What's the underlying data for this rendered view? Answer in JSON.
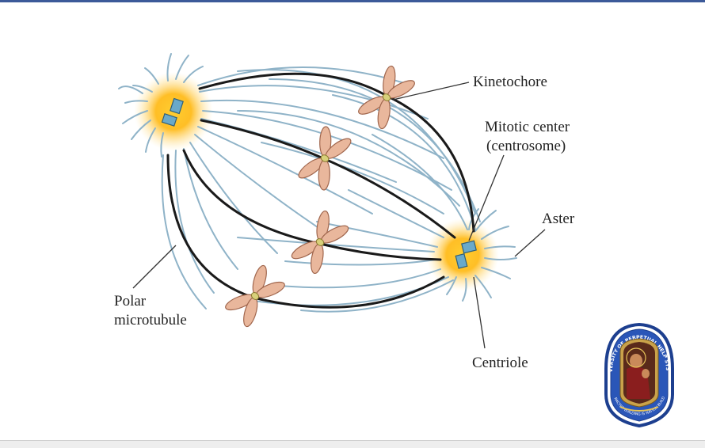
{
  "labels": {
    "kinetochore": "Kinetochore",
    "mitotic_center_line1": "Mitotic center",
    "mitotic_center_line2": "(centrosome)",
    "aster": "Aster",
    "polar_line1": "Polar",
    "polar_line2": "microtubule",
    "centriole": "Centriole"
  },
  "logo": {
    "name": "university-of-perpetual-help-system-seal",
    "top_text": "UNIVERSITY OF PERPETUAL HELP SYSTEM",
    "bottom_text": "CHARACTER BUILDING IS NATION BUILDING"
  },
  "colors": {
    "microtubule": "#8fb3c8",
    "kinetochore_fiber": "#1a1a1a",
    "chromosome_fill": "#e9b79c",
    "chromosome_outline": "#a0664d",
    "centrosome_glow": "#ffb300",
    "centriole": "#6aa9c9",
    "header_rule": "#3c5a99"
  }
}
